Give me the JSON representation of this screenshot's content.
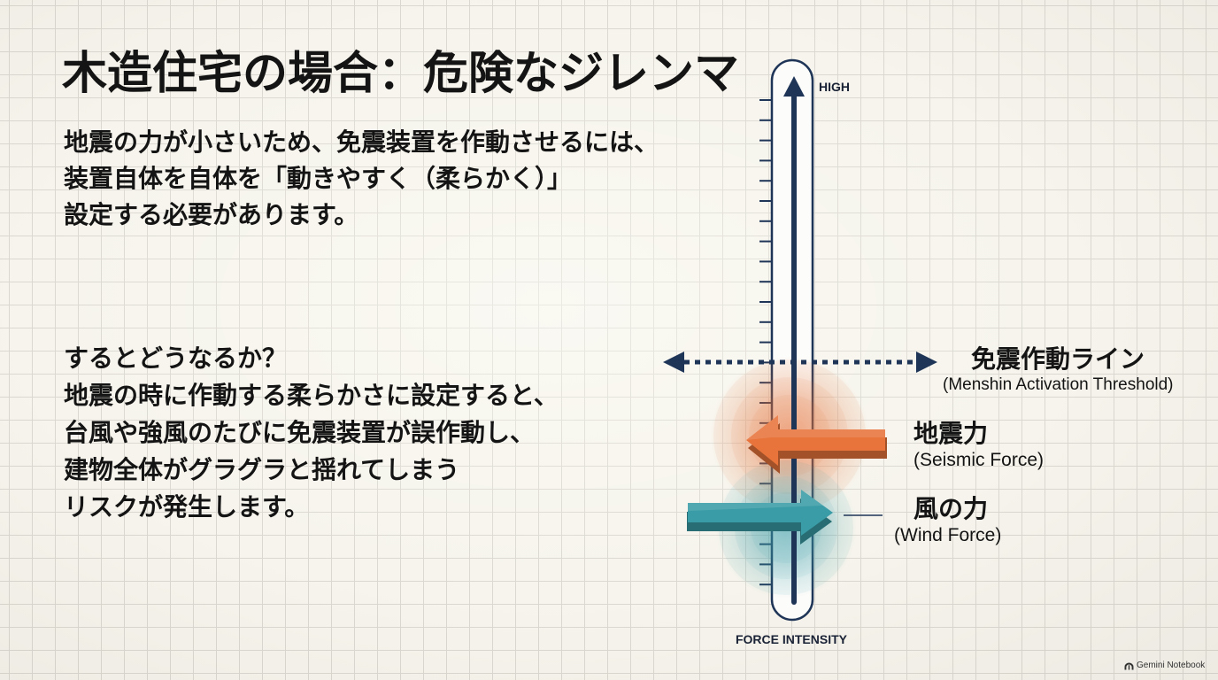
{
  "slide": {
    "title": "木造住宅の場合：危険なジレンマ",
    "intro": {
      "lines": [
        "地震の力が小さいため、免震装置を作動させるには、",
        "装置自体を自体を「動きやすく（柔らかく）」",
        "設定する必要があります。"
      ]
    },
    "consequence": {
      "lines": [
        "するとどうなるか？",
        "地震の時に作動する柔らかさに設定すると、",
        "台風や強風のたびに免震装置が誤作動し、",
        "建物全体がグラグラと揺れてしまう",
        "リスクが発生します。"
      ]
    }
  },
  "diagram": {
    "axis": {
      "top_label": "HIGH",
      "bottom_label": "FORCE INTENSITY",
      "icon": "vertical-up-arrow-icon"
    },
    "threshold": {
      "label": "免震作動ライン",
      "sublabel": "(Menshin Activation Threshold)",
      "icon": "dotted-double-arrow-icon"
    },
    "seismic_force": {
      "label": "地震力",
      "sublabel": "(Seismic Force)",
      "icon": "arrow-left-icon",
      "color": "#e8743b"
    },
    "wind_force": {
      "label": "風の力",
      "sublabel": "(Wind Force)",
      "icon": "arrow-right-icon",
      "color": "#3a9ca6"
    }
  },
  "watermark": {
    "text": "Gemini Notebook",
    "icon": "gemini-notebook-logo-icon"
  },
  "theme": {
    "text_color": "#141414",
    "navy": "#1f3557",
    "background": "#f6f4ec",
    "grid_line": "#dad8d0"
  }
}
